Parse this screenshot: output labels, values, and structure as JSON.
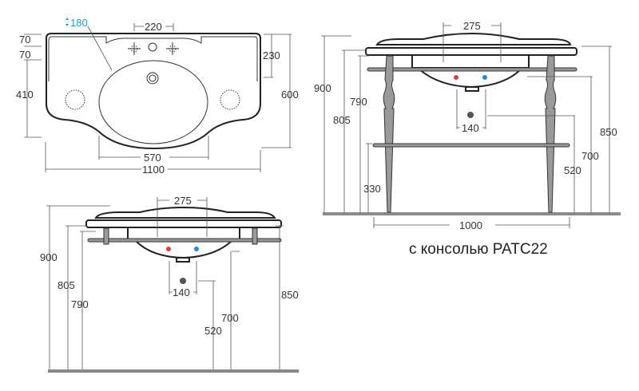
{
  "plan_view": {
    "faucet_height": "180",
    "tap_spacing": "220",
    "rim_depth_1": "70",
    "rim_depth_2": "70",
    "basin_depth": "410",
    "tap_to_drain": "230",
    "total_depth": "600",
    "bowl_width": "570",
    "total_width": "1100"
  },
  "front_view_console": {
    "tap_spacing": "275",
    "height_total": "900",
    "height_rim": "805",
    "height_frame": "790",
    "shelf_height": "330",
    "drain_spacing": "140",
    "waste_height": "520",
    "supply_height": "700",
    "top_height": "850",
    "leg_spacing": "1000",
    "caption": "с консолью PATC22"
  },
  "front_view_wall": {
    "tap_spacing": "275",
    "height_total": "900",
    "height_rim": "805",
    "height_frame": "790",
    "drain_spacing": "140",
    "waste_height": "520",
    "supply_height": "700",
    "top_height": "850"
  },
  "colors": {
    "hot": "#e53935",
    "cold": "#1e88e5",
    "accent": "#1a9ad6"
  }
}
